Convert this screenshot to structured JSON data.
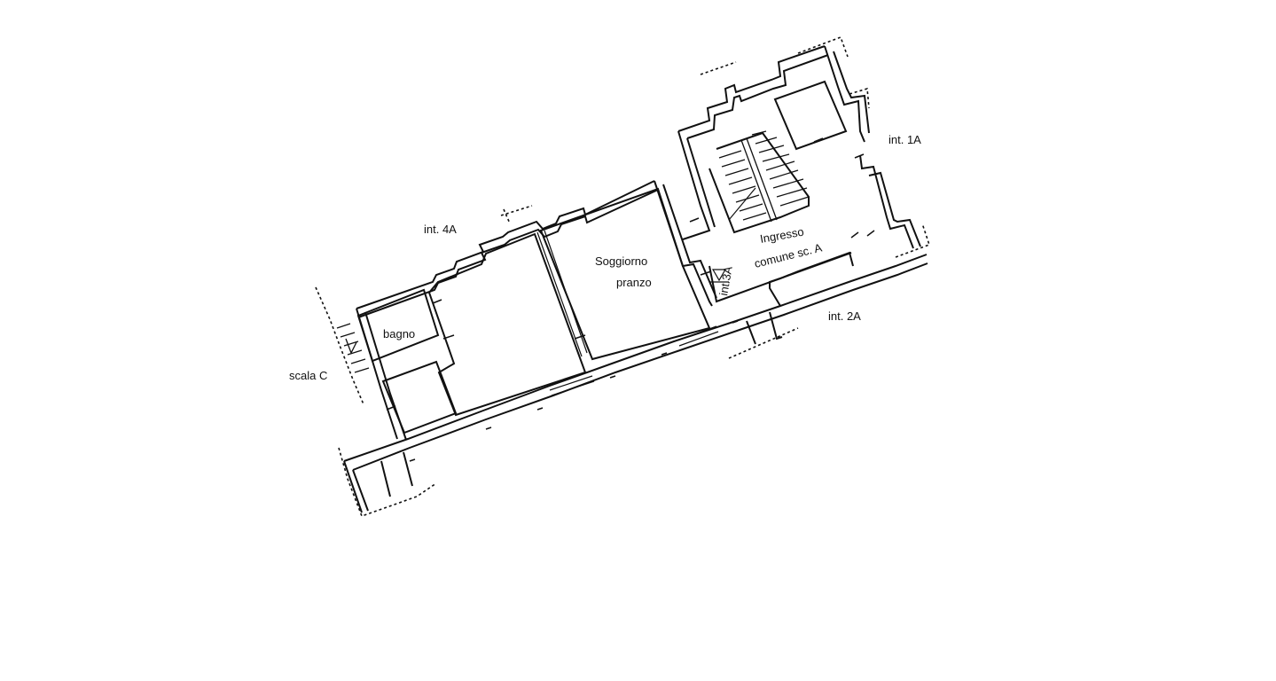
{
  "labels": {
    "int_4a": "int. 4A",
    "int_1a": "int. 1A",
    "int_2a": "int. 2A",
    "int_3a": "int.3A",
    "scala_c": "scala C",
    "bagno": "bagno",
    "soggiorno": "Soggiorno",
    "pranzo": "pranzo",
    "ingresso": "Ingresso",
    "comune": "comune sc. A"
  }
}
